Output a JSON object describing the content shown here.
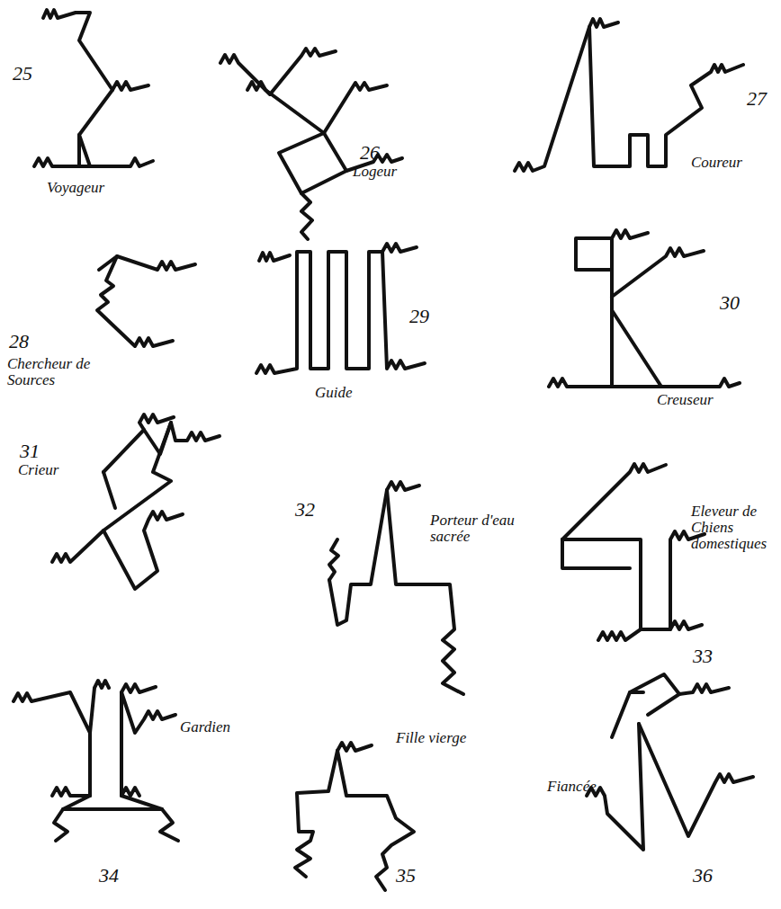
{
  "diagram": {
    "labels": [
      "25",
      "Voyageur",
      "26",
      "Logeur",
      "27",
      "Coureur",
      "28",
      "Chercheur de Sources",
      "29",
      "Guide",
      "30",
      "Creuseur",
      "31",
      "Crieur",
      "32",
      "Porteur d'eau sacrée",
      "Eleveur de Chiens domestiques",
      "33",
      "Gardien",
      "34",
      "Fille vierge",
      "35",
      "Fiancée",
      "36"
    ]
  }
}
